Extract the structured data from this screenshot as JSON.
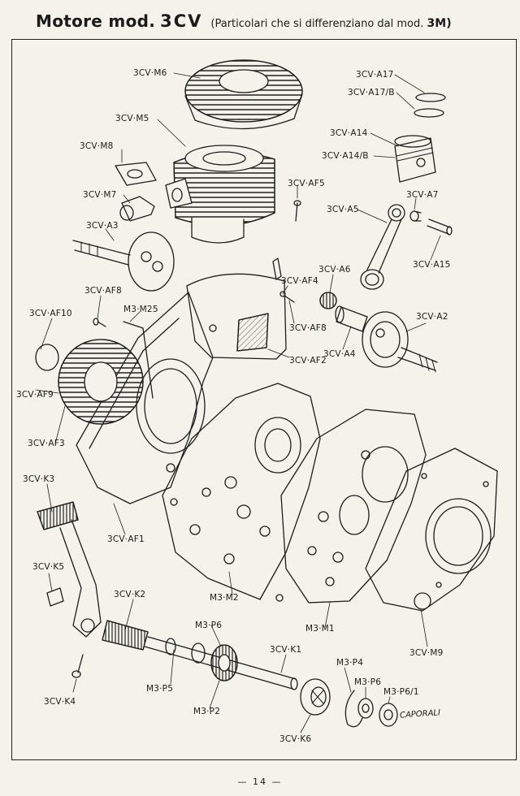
{
  "page": {
    "title": "Motore mod.",
    "model": "3CV",
    "subtitle": "(Particolari che si differenziano dal mod.",
    "subtitle_model": "3M)",
    "signature": "CAPORALI",
    "page_number": "— 14 —"
  },
  "labels": {
    "m6": "3CV·M6",
    "a17": "3CV·A17",
    "a17b": "3CV·A17/B",
    "m5": "3CV·M5",
    "a14": "3CV·A14",
    "a14b": "3CV·A14/B",
    "m8": "3CV·M8",
    "af5": "3CV·AF5",
    "m7": "3CV·M7",
    "a7": "3CV·A7",
    "a5": "3CV·A5",
    "a3": "3CV·A3",
    "a15": "3CV·A15",
    "a6": "3CV·A6",
    "af4": "3CV·AF4",
    "af8a": "3CV·AF8",
    "m25": "M3·M25",
    "af10": "3CV·AF10",
    "af8b": "3CV·AF8",
    "a2": "3CV·A2",
    "a4": "3CV·A4",
    "af2": "3CV·AF2",
    "af9": "3CV·AF9",
    "af3": "3CV·AF3",
    "k3": "3CV·K3",
    "af1": "3CV·AF1",
    "k5": "3CV·K5",
    "k2": "3CV·K2",
    "m2": "M3·M2",
    "p6a": "M3·P6",
    "m1": "M3·M1",
    "m9": "3CV·M9",
    "k1": "3CV·K1",
    "p4": "M3·P4",
    "p5": "M3·P5",
    "k4": "3CV·K4",
    "p6b": "M3·P6",
    "p61": "M3·P6/1",
    "p2": "M3·P2",
    "k6": "3CV·K6"
  }
}
